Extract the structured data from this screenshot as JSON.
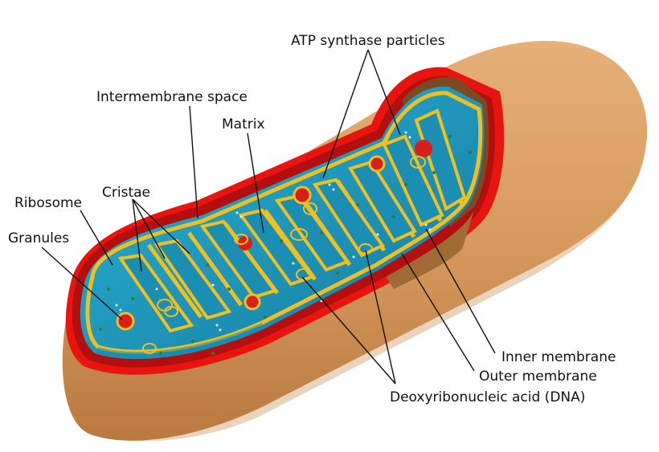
{
  "labels": {
    "atp_synthase": "ATP synthase particles",
    "intermembrane_space": "Intermembrane space",
    "matrix": "Matrix",
    "cristae": "Cristae",
    "ribosome": "Ribosome",
    "granules": "Granules",
    "inner_membrane": "Inner membrane",
    "outer_membrane": "Outer membrane",
    "dna": "Deoxyribonucleic acid (DNA)"
  },
  "colors": {
    "outer_body": "#d99a5e",
    "outer_shadow": "#c07f45",
    "outer_membrane": "#e8140f",
    "intermembrane": "#b30f0f",
    "matrix": "#1f9ec4",
    "inner_membrane": "#f0c020",
    "granule": "#d8201a",
    "ribosome": "#2e7d32",
    "cut_surface": "#8a5a2a"
  }
}
